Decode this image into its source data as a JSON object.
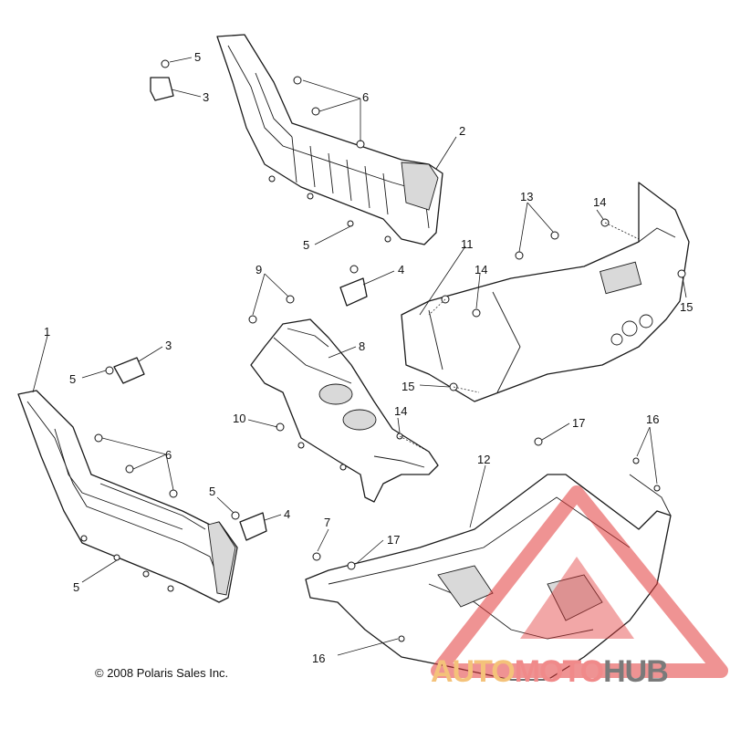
{
  "labels": {
    "l1": "1",
    "l2": "2",
    "l3a": "3",
    "l3b": "3",
    "l4a": "4",
    "l4b": "4",
    "l5a": "5",
    "l5b": "5",
    "l5c": "5",
    "l5d": "5",
    "l5e": "5",
    "l6a": "6",
    "l6b": "6",
    "l7": "7",
    "l8": "8",
    "l9": "9",
    "l10": "10",
    "l11": "11",
    "l12": "12",
    "l13": "13",
    "l14a": "14",
    "l14b": "14",
    "l14c": "14",
    "l15a": "15",
    "l15b": "15",
    "l16a": "16",
    "l16b": "16",
    "l17a": "17",
    "l17b": "17"
  },
  "copyright": "© 2008 Polaris Sales Inc.",
  "watermark": {
    "part1": "AUTO",
    "part2": "MOTO",
    "part3": "HUB"
  },
  "colors": {
    "watermark_red": "#e23b3b",
    "watermark_orange": "#f4c27a",
    "watermark_gray": "#7a7a7a"
  }
}
